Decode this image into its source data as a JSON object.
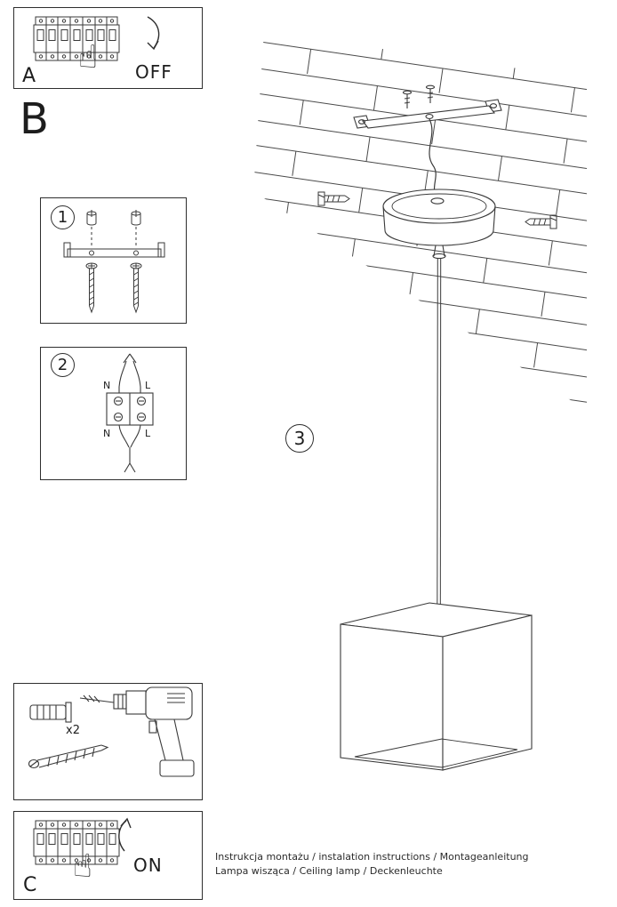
{
  "colors": {
    "line": "#3a3a3a",
    "text": "#1d1d1d"
  },
  "icons": {
    "hand": "☝"
  },
  "panel_a": {
    "label": "A",
    "state": "OFF"
  },
  "section_b": {
    "label": "B"
  },
  "step1": {
    "marker": "1"
  },
  "step2": {
    "marker": "2",
    "labels": {
      "n_top": "N",
      "l_top": "L",
      "n_bottom": "N",
      "l_bottom": "L"
    }
  },
  "step3": {
    "marker": "3"
  },
  "hardware": {
    "anchor_count": "x2"
  },
  "panel_c": {
    "label": "C",
    "state": "ON"
  },
  "footer": {
    "line1": "Instrukcja montażu / instalation instructions / Montageanleitung",
    "line2": "Lampa wisząca / Ceiling lamp / Deckenleuchte"
  }
}
